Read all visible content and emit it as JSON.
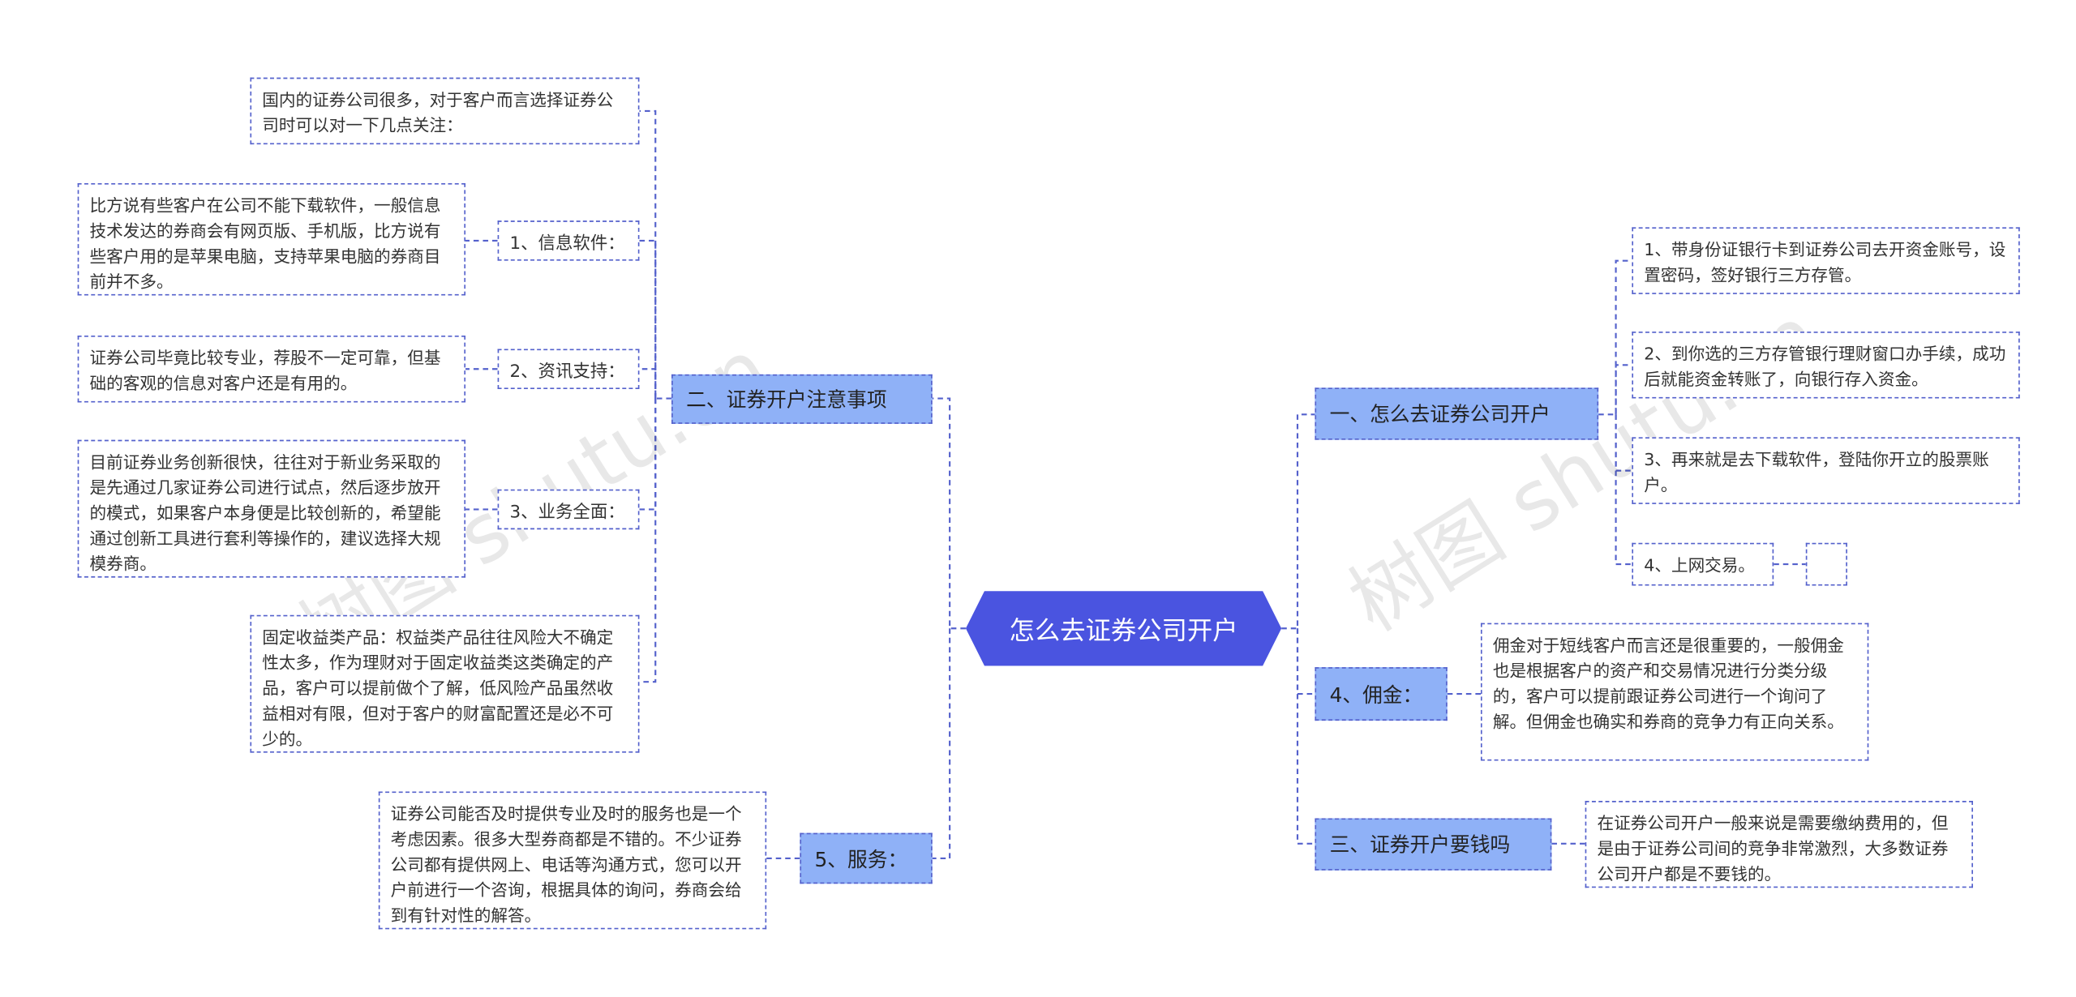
{
  "watermarks": [
    "树图 shutu.cn",
    "树图 shutu.cn"
  ],
  "root": "怎么去证券公司开户",
  "left": {
    "notes": {
      "label": "二、证券开户注意事项",
      "intro": "国内的证券公司很多，对于客户而言选择证券公司时可以对一下几点关注：",
      "items": [
        {
          "label": "1、信息软件：",
          "text": "比方说有些客户在公司不能下载软件，一般信息技术发达的券商会有网页版、手机版，比方说有些客户用的是苹果电脑，支持苹果电脑的券商目前并不多。"
        },
        {
          "label": "2、资讯支持：",
          "text": "证券公司毕竟比较专业，荐股不一定可靠，但基础的客观的信息对客户还是有用的。"
        },
        {
          "label": "3、业务全面：",
          "text": "目前证券业务创新很快，往往对于新业务采取的是先通过几家证券公司进行试点，然后逐步放开的模式，如果客户本身便是比较创新的，希望能通过创新工具进行套利等操作的，建议选择大规模券商。"
        }
      ],
      "fixed_income": "固定收益类产品：权益类产品往往风险大不确定性太多，作为理财对于固定收益类这类确定的产品，客户可以提前做个了解，低风险产品虽然收益相对有限，但对于客户的财富配置还是必不可少的。"
    },
    "service": {
      "label": "5、服务：",
      "text": "证券公司能否及时提供专业及时的服务也是一个考虑因素。很多大型券商都是不错的。不少证券公司都有提供网上、电话等沟通方式，您可以开户前进行一个咨询，根据具体的询问，券商会给到有针对性的解答。"
    }
  },
  "right": {
    "how": {
      "label": "一、怎么去证券公司开户",
      "steps": [
        "1、带身份证银行卡到证券公司去开资金账号，设置密码，签好银行三方存管。",
        "2、到你选的三方存管银行理财窗口办手续，成功后就能资金转账了，向银行存入资金。",
        "3、再来就是去下载软件，登陆你开立的股票账户。",
        "4、上网交易。"
      ],
      "empty": ""
    },
    "commission": {
      "label": "4、佣金：",
      "text": "佣金对于短线客户而言还是很重要的，一般佣金也是根据客户的资产和交易情况进行分类分级的，客户可以提前跟证券公司进行一个询问了解。但佣金也确实和券商的竞争力有正向关系。"
    },
    "fee": {
      "label": "三、证券开户要钱吗",
      "text": "在证券公司开户一般来说是需要缴纳费用的，但是由于证券公司间的竞争非常激烈，大多数证券公司开户都是不要钱的。"
    }
  },
  "colors": {
    "root": "#4a54e0",
    "branch": "#8fb1f7",
    "border": "#5461cc",
    "line": "#5461cc"
  }
}
